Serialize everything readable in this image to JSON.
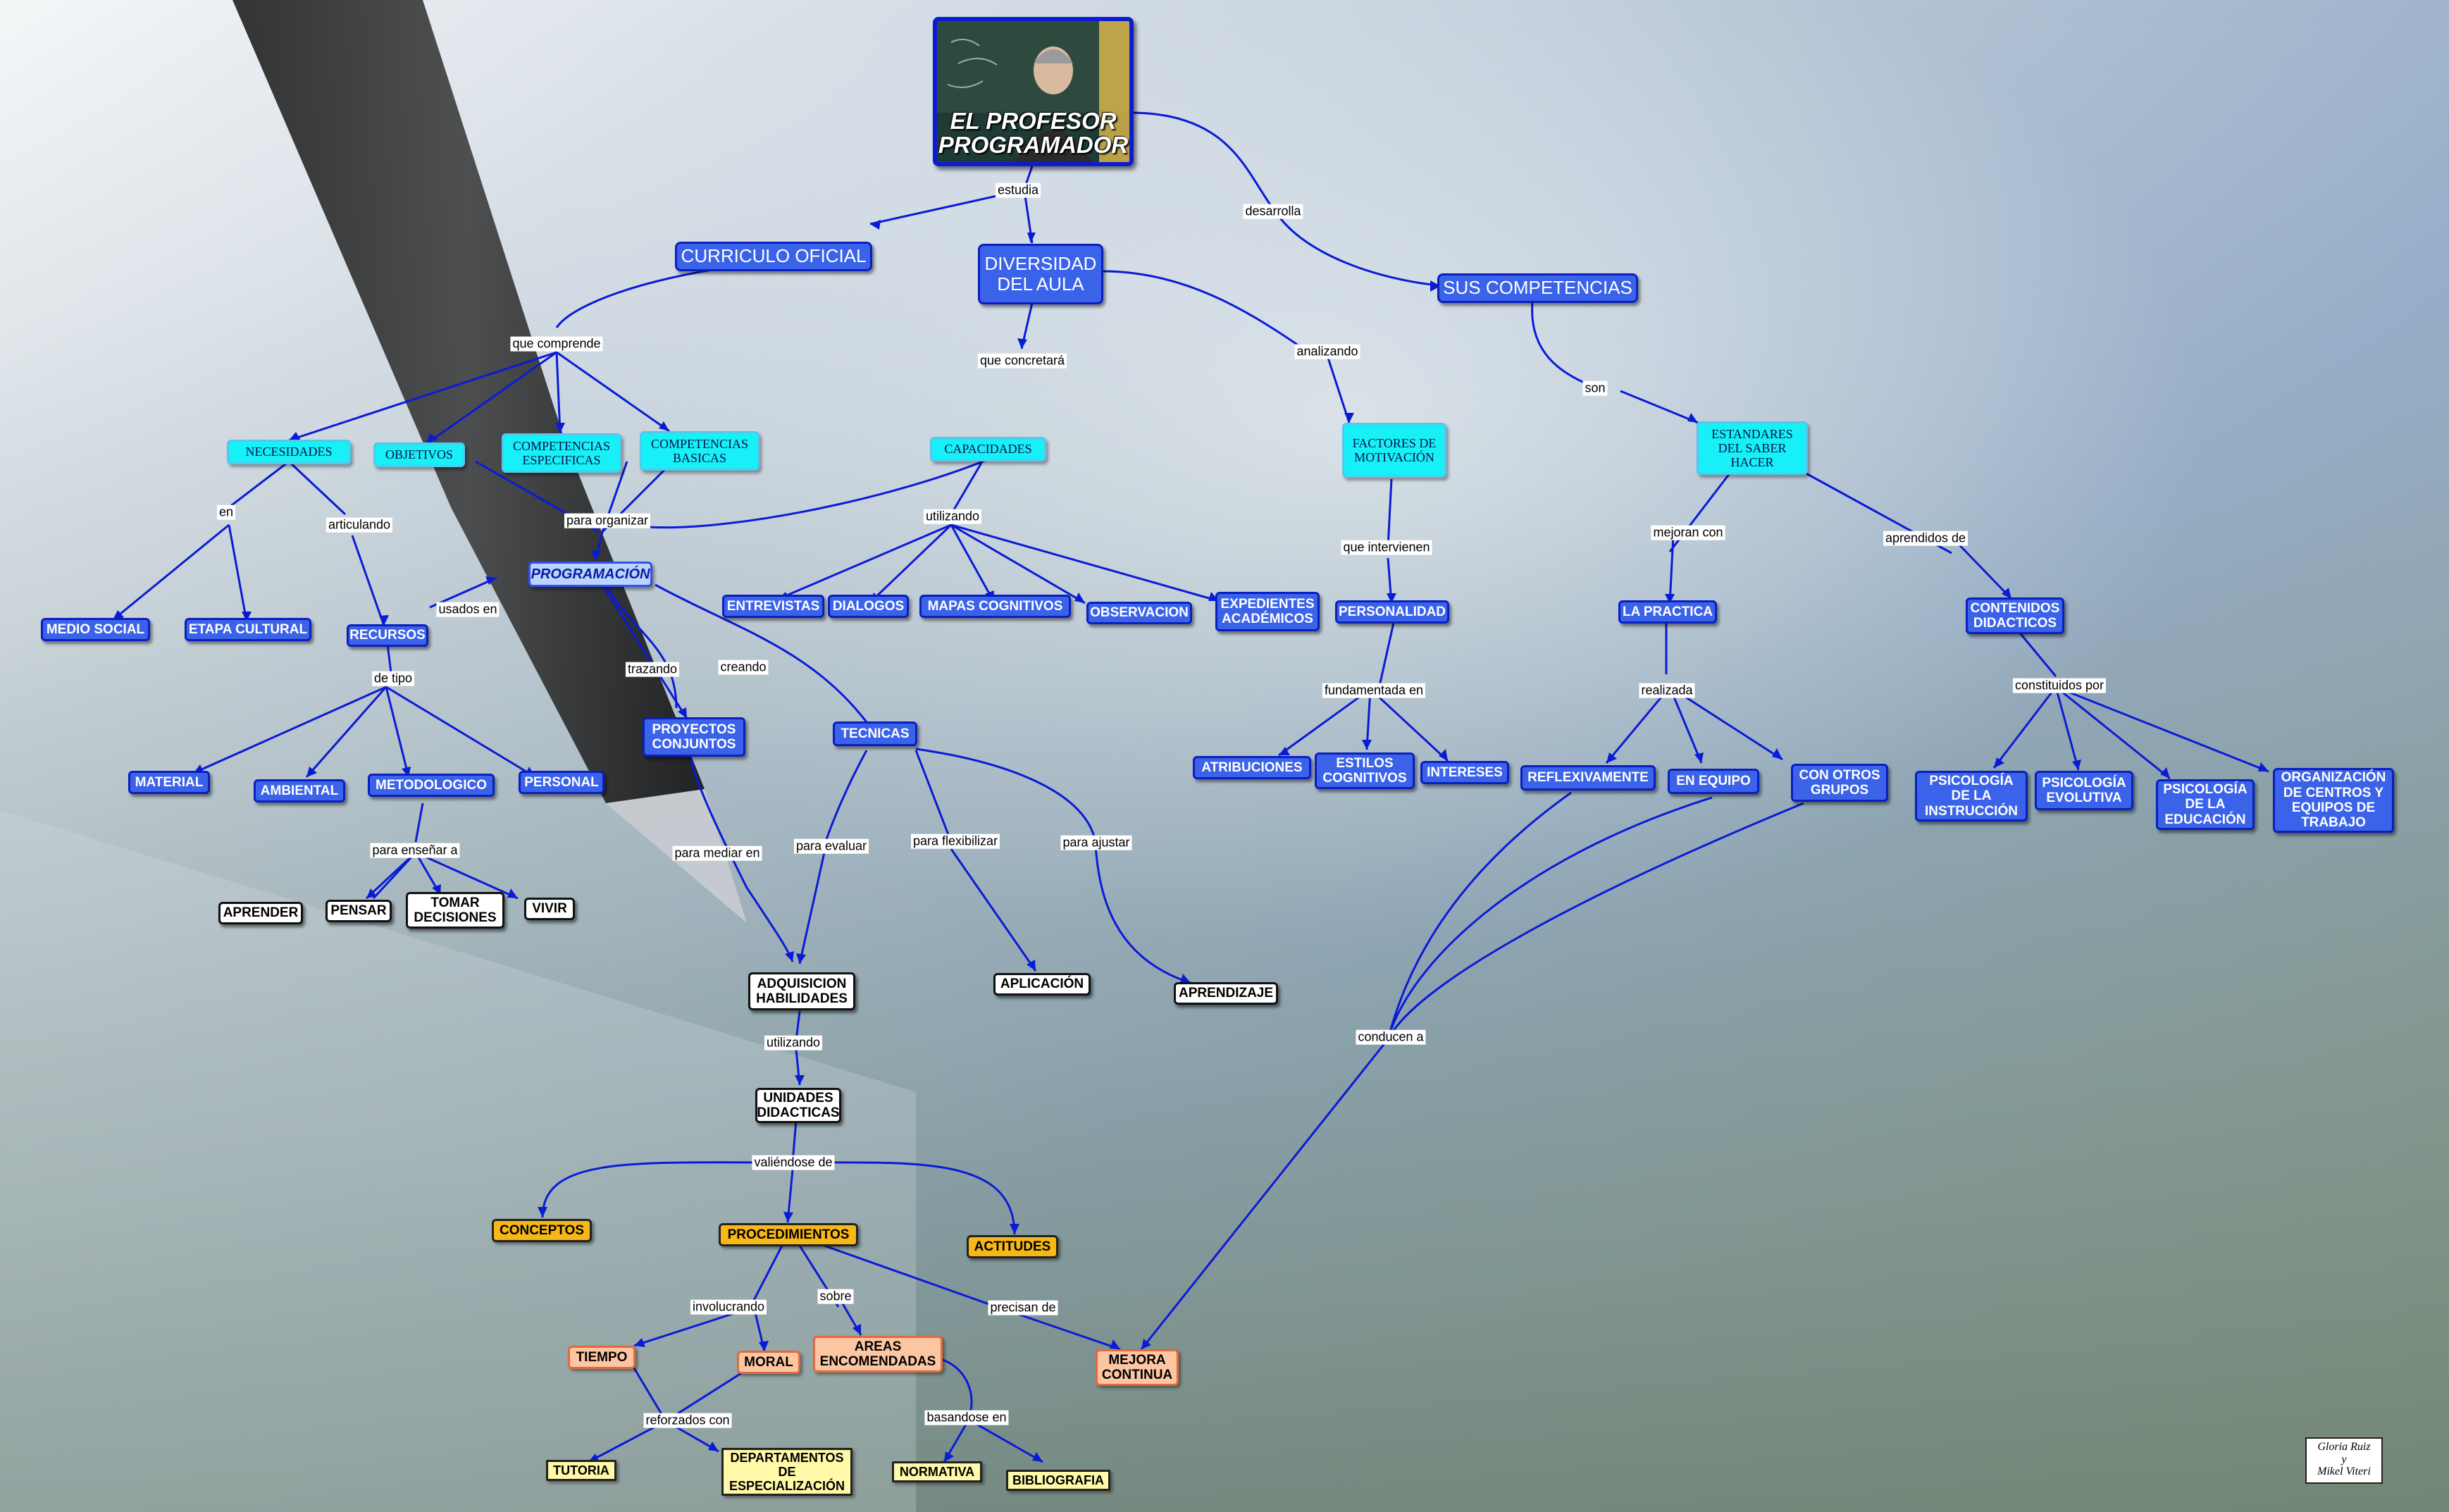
{
  "root": {
    "title": "EL PROFESOR PROGRAMADOR"
  },
  "nodes": {
    "curriculo": "CURRICULO OFICIAL",
    "diversidad": "DIVERSIDAD DEL AULA",
    "competencias": "SUS COMPETENCIAS",
    "necesidades": "NECESIDADES",
    "objetivos": "OBJETIVOS",
    "comp_especificas": "COMPETENCIAS ESPECIFICAS",
    "comp_basicas": "COMPETENCIAS BASICAS",
    "capacidades": "CAPACIDADES",
    "factores": "FACTORES DE MOTIVACIÓN",
    "estandares": "ESTANDARES DEL SABER HACER",
    "medio_social": "MEDIO SOCIAL",
    "etapa_cultural": "ETAPA CULTURAL",
    "recursos": "RECURSOS",
    "programacion": "PROGRAMACIÓN",
    "entrevistas": "ENTREVISTAS",
    "dialogos": "DIALOGOS",
    "mapas": "MAPAS COGNITIVOS",
    "observacion": "OBSERVACION",
    "expedientes": "EXPEDIENTES ACADÉMICOS",
    "personalidad": "PERSONALIDAD",
    "la_practica": "LA PRACTICA",
    "contenidos": "CONTENIDOS DIDACTICOS",
    "material": "MATERIAL",
    "ambiental": "AMBIENTAL",
    "metodologico": "METODOLOGICO",
    "personal": "PERSONAL",
    "proyectos": "PROYECTOS CONJUNTOS",
    "tecnicas": "TECNICAS",
    "atribuciones": "ATRIBUCIONES",
    "estilos": "ESTILOS COGNITIVOS",
    "intereses": "INTERESES",
    "reflexivamente": "REFLEXIVAMENTE",
    "en_equipo": "EN EQUIPO",
    "con_otros": "CON OTROS GRUPOS",
    "psi_instruccion": "PSICOLOGÍA DE LA INSTRUCCIÓN",
    "psi_evolutiva": "PSICOLOGÍA EVOLUTIVA",
    "psi_educacion": "PSICOLOGÍA DE LA EDUCACIÓN",
    "organizacion": "ORGANIZACIÓN DE CENTROS Y EQUIPOS DE TRABAJO",
    "aprender": "APRENDER",
    "pensar": "PENSAR",
    "tomar": "TOMAR DECISIONES",
    "vivir": "VIVIR",
    "adquisicion": "ADQUISICION HABILIDADES",
    "aplicacion": "APLICACIÓN",
    "aprendizaje": "APRENDIZAJE",
    "unidades": "UNIDADES DIDACTICAS",
    "conceptos": "CONCEPTOS",
    "procedimientos": "PROCEDIMIENTOS",
    "actitudes": "ACTITUDES",
    "tiempo": "TIEMPO",
    "moral": "MORAL",
    "areas": "AREAS ENCOMENDADAS",
    "mejora": "MEJORA CONTINUA",
    "tutoria": "TUTORIA",
    "departamentos": "DEPARTAMENTOS DE ESPECIALIZACIÓN",
    "normativa": "NORMATIVA",
    "bibliografia": "BIBLIOGRAFIA"
  },
  "links": {
    "estudia": "estudia",
    "desarrolla": "desarrolla",
    "que_comprende": "que comprende",
    "que_concretara": "que concretará",
    "analizando": "analizando",
    "son": "son",
    "en": "en",
    "articulando": "articulando",
    "para_organizar": "para organizar",
    "utilizando_cap": "utilizando",
    "que_intervienen": "que intervienen",
    "mejoran_con": "mejoran con",
    "aprendidos_de": "aprendidos de",
    "usados_en": "usados en",
    "de_tipo": "de tipo",
    "trazando": "trazando",
    "creando": "creando",
    "fundamentada_en": "fundamentada en",
    "realizada": "realizada",
    "constituidos_por": "constituidos por",
    "para_ensenar": "para enseñar a",
    "para_mediar": "para mediar en",
    "para_evaluar": "para evaluar",
    "para_flexibilizar": "para flexibilizar",
    "para_ajustar": "para ajustar",
    "conducen_a": "conducen a",
    "utilizando_adq": "utilizando",
    "valiendose": "valiéndose de",
    "involucrando": "involucrando",
    "sobre": "sobre",
    "precisan_de": "precisan de",
    "reforzados_con": "reforzados con",
    "basandose": "basandose en"
  },
  "credits": {
    "line1": "Gloria Ruiz",
    "line2": "y",
    "line3": "Mikel Viteri"
  },
  "colors": {
    "edge": "#0a1bd6",
    "node_blue": "#3b63ea",
    "node_cyan": "#16f0f6",
    "node_amber": "#f7b715",
    "node_salmon": "#fcc6a2",
    "node_yellow": "#fff9a8"
  }
}
